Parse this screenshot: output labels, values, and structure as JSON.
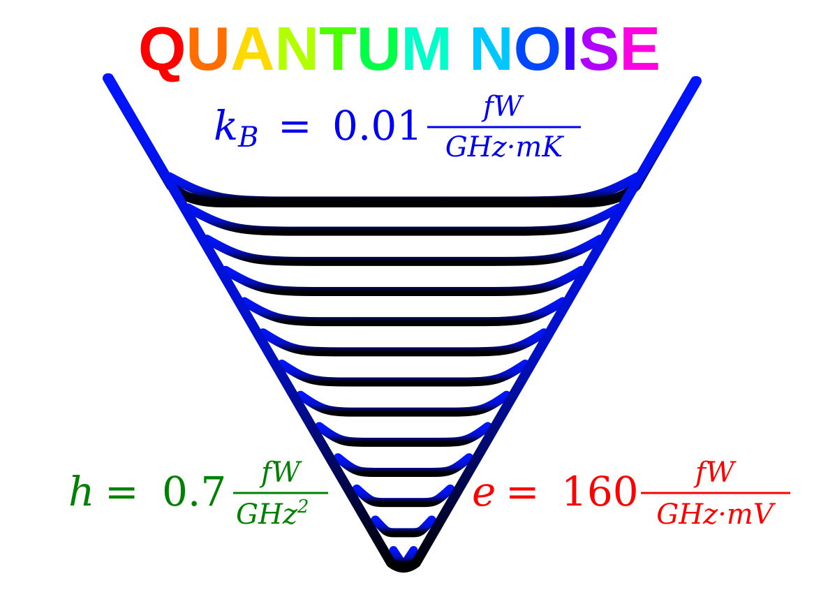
{
  "title": {
    "text": "QUANTUM NOISE",
    "letter_colors": [
      "#ff0000",
      "#ff6f00",
      "#ffd900",
      "#b2ff00",
      "#4bff00",
      "#00ff47",
      "#00ffc8",
      "#00c8ff",
      "#0047ff",
      "#3b00ff",
      "#b200ff",
      "#ff00e1",
      "#ff0070"
    ]
  },
  "well": {
    "level_count": 13,
    "color_top": "#0014ff",
    "color_bottom": "#000000"
  },
  "constants": {
    "kB": {
      "symbol": "k",
      "subscript": "B",
      "equals": "=",
      "value": "0.01",
      "numerator": "fW",
      "denominator": "GHz·mK",
      "color": "#0000ee"
    },
    "h": {
      "symbol": "h",
      "equals": "=",
      "value": "0.7",
      "numerator": "fW",
      "denominator_base": "GHz",
      "denominator_exp": "2",
      "color": "#008000"
    },
    "e": {
      "symbol": "e",
      "equals": "=",
      "value": "160",
      "numerator": "fW",
      "denominator": "GHz·mV",
      "color": "#ff0000"
    }
  }
}
